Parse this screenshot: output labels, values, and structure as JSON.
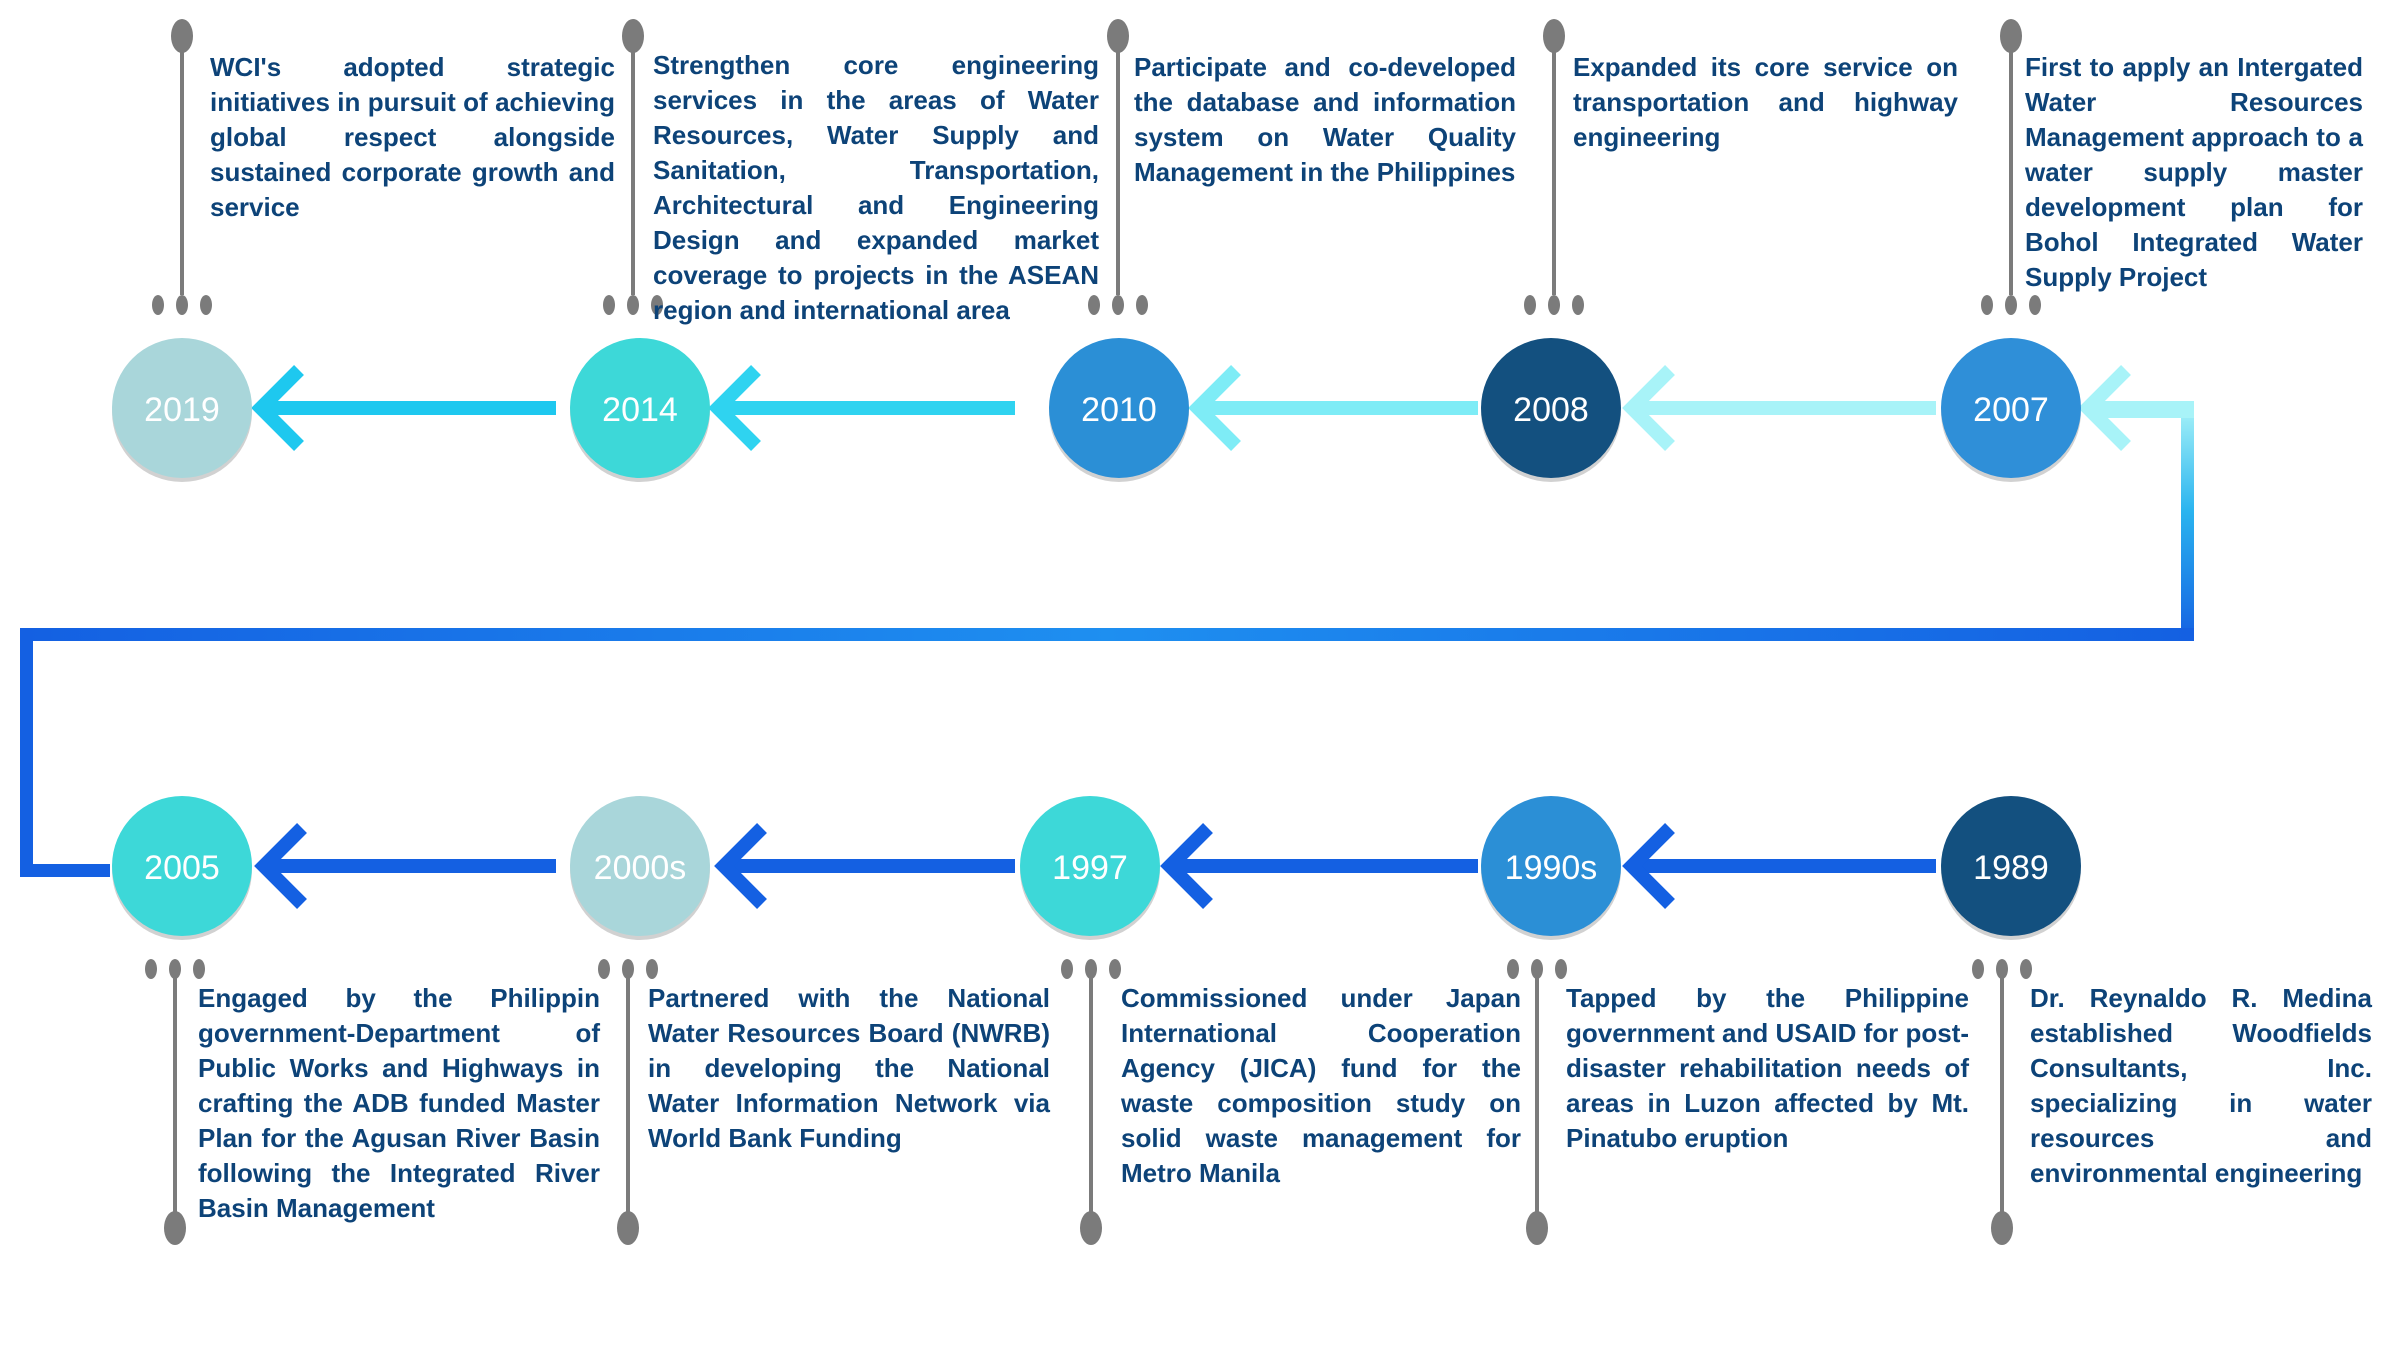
{
  "milestones": [
    {
      "year": "2019",
      "color": "#a9d6da",
      "text": "WCI's adopted strategic initiatives in pursuit of achieving global respect alongside sustained corporate growth and service"
    },
    {
      "year": "2014",
      "color": "#3dd8d8",
      "text": "Strengthen core engineering services in the areas of Water Resources, Water Supply and Sanitation, Transportation, Architectural and Engineering Design and expanded market coverage to projects in the ASEAN region and international area"
    },
    {
      "year": "2010",
      "color": "#2b8fd6",
      "text": "Participate and co-developed the database and information system on Water Quality Management in the Philippines"
    },
    {
      "year": "2008",
      "color": "#13507f",
      "text": "Expanded its core service on transportation and highway engineering"
    },
    {
      "year": "2007",
      "color": "#2f8fd8",
      "text": "First to apply an Intergated Water Resources Management approach to a water supply master development plan for Bohol Integrated Water Supply Project"
    },
    {
      "year": "2005",
      "color": "#3dd8d8",
      "text": "Engaged by the Philippin government-Department of Public Works and Highways in crafting the ADB funded Master Plan for the Agusan River Basin following the Integrated River Basin Management"
    },
    {
      "year": "2000s",
      "color": "#a9d6da",
      "text": "Partnered with the National Water Resources Board (NWRB) in developing the National Water Information Network via World Bank Funding"
    },
    {
      "year": "1997",
      "color": "#3dd8d8",
      "text": "Commissioned under Japan International Cooperation Agency (JICA) fund for the waste composition study on solid waste management for Metro Manila"
    },
    {
      "year": "1990s",
      "color": "#2b8fd6",
      "text": "Tapped by the Philippine government and USAID for post-disaster rehabilitation needs of areas in Luzon affected by Mt. Pinatubo eruption"
    },
    {
      "year": "1989",
      "color": "#13507f",
      "text": "Dr. Reynaldo R. Medina established Woodfields Consultants, Inc. specializing in water resources and environmental engineering"
    }
  ]
}
